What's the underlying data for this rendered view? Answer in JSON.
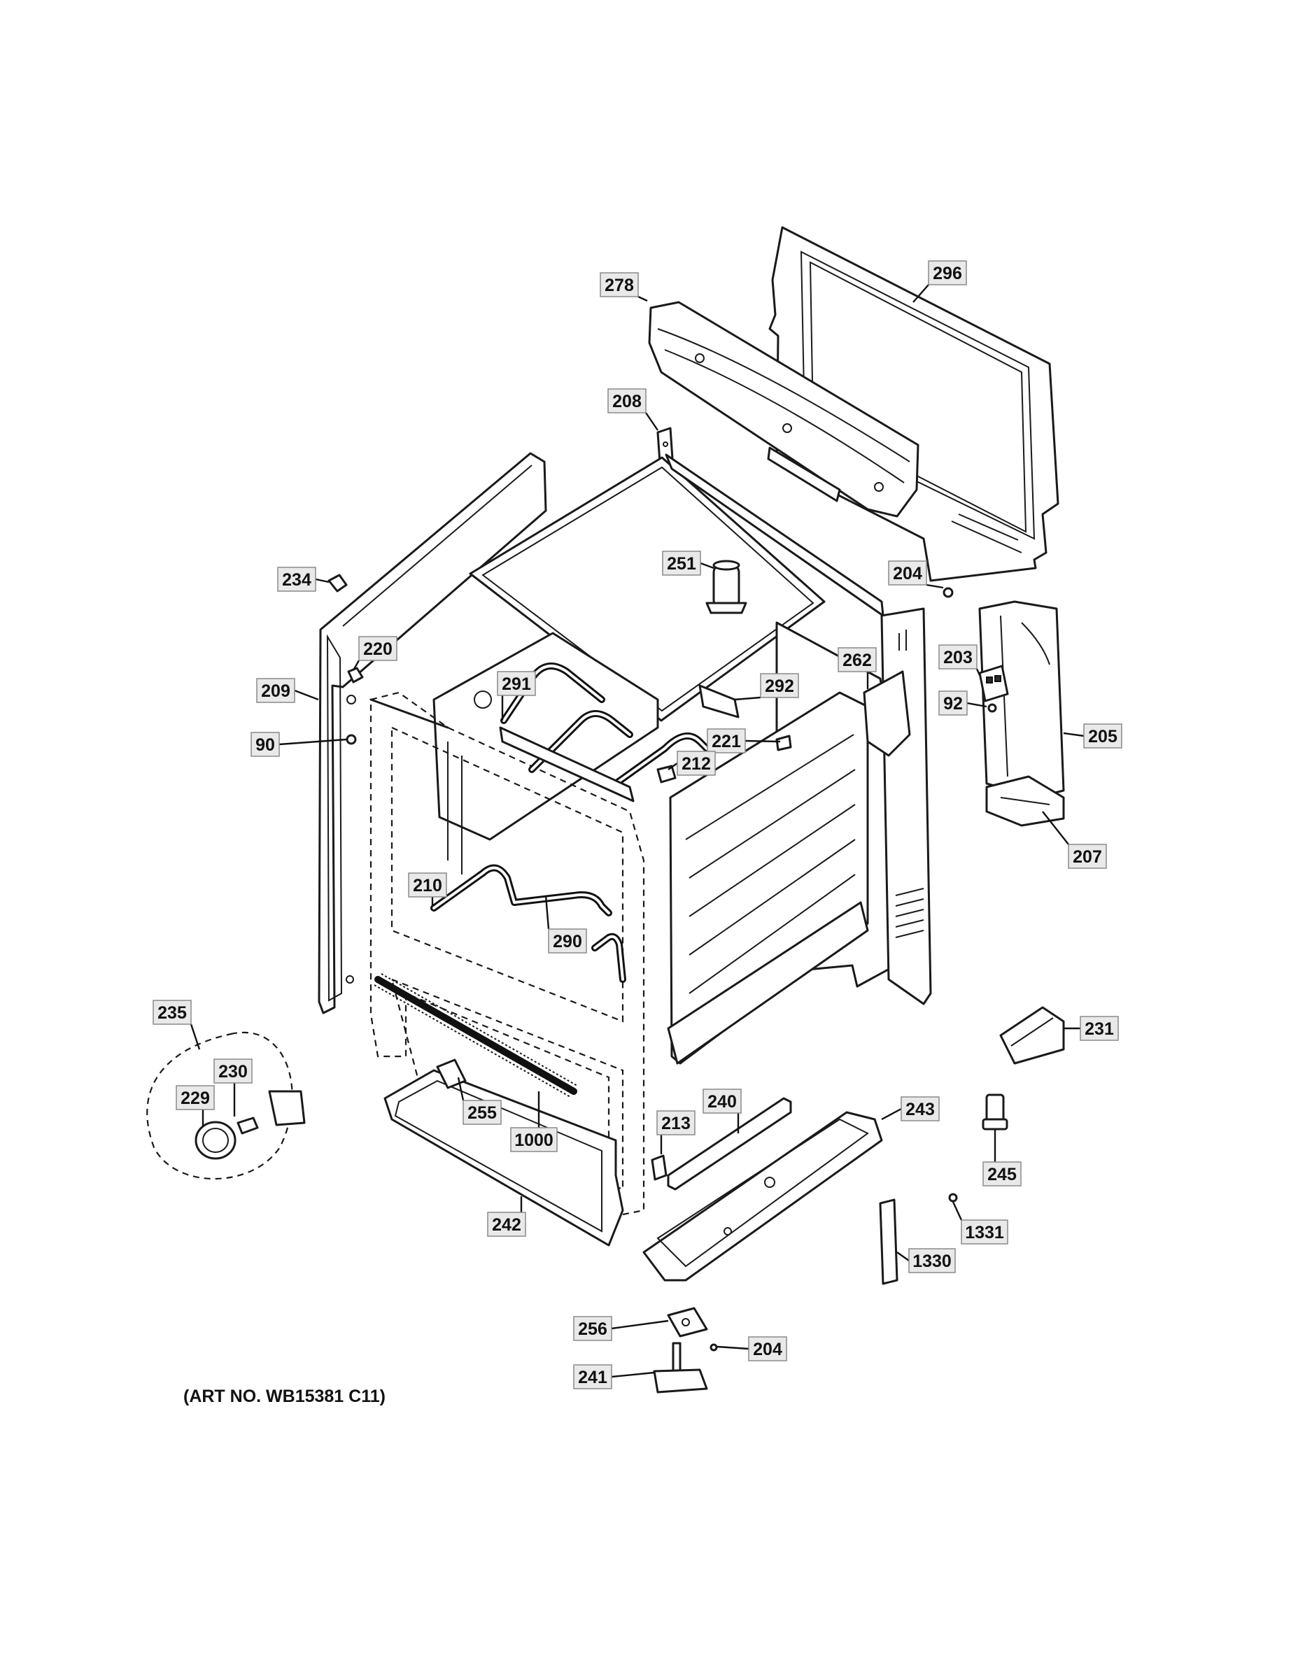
{
  "diagram": {
    "art_number": "(ART NO. WB15381 C11)",
    "callouts": [
      {
        "id": "c-296",
        "label": "296"
      },
      {
        "id": "c-278",
        "label": "278"
      },
      {
        "id": "c-208",
        "label": "208"
      },
      {
        "id": "c-234",
        "label": "234"
      },
      {
        "id": "c-251",
        "label": "251"
      },
      {
        "id": "c-204a",
        "label": "204"
      },
      {
        "id": "c-220",
        "label": "220"
      },
      {
        "id": "c-262",
        "label": "262"
      },
      {
        "id": "c-203",
        "label": "203"
      },
      {
        "id": "c-209",
        "label": "209"
      },
      {
        "id": "c-291",
        "label": "291"
      },
      {
        "id": "c-292",
        "label": "292"
      },
      {
        "id": "c-92",
        "label": "92"
      },
      {
        "id": "c-205",
        "label": "205"
      },
      {
        "id": "c-221",
        "label": "221"
      },
      {
        "id": "c-90",
        "label": "90"
      },
      {
        "id": "c-212",
        "label": "212"
      },
      {
        "id": "c-207",
        "label": "207"
      },
      {
        "id": "c-210",
        "label": "210"
      },
      {
        "id": "c-290",
        "label": "290"
      },
      {
        "id": "c-235",
        "label": "235"
      },
      {
        "id": "c-231",
        "label": "231"
      },
      {
        "id": "c-230",
        "label": "230"
      },
      {
        "id": "c-229",
        "label": "229"
      },
      {
        "id": "c-240",
        "label": "240"
      },
      {
        "id": "c-243",
        "label": "243"
      },
      {
        "id": "c-255",
        "label": "255"
      },
      {
        "id": "c-213",
        "label": "213"
      },
      {
        "id": "c-1000",
        "label": "1000"
      },
      {
        "id": "c-245",
        "label": "245"
      },
      {
        "id": "c-1331",
        "label": "1331"
      },
      {
        "id": "c-242",
        "label": "242"
      },
      {
        "id": "c-1330",
        "label": "1330"
      },
      {
        "id": "c-256",
        "label": "256"
      },
      {
        "id": "c-204b",
        "label": "204"
      },
      {
        "id": "c-241",
        "label": "241"
      }
    ]
  }
}
